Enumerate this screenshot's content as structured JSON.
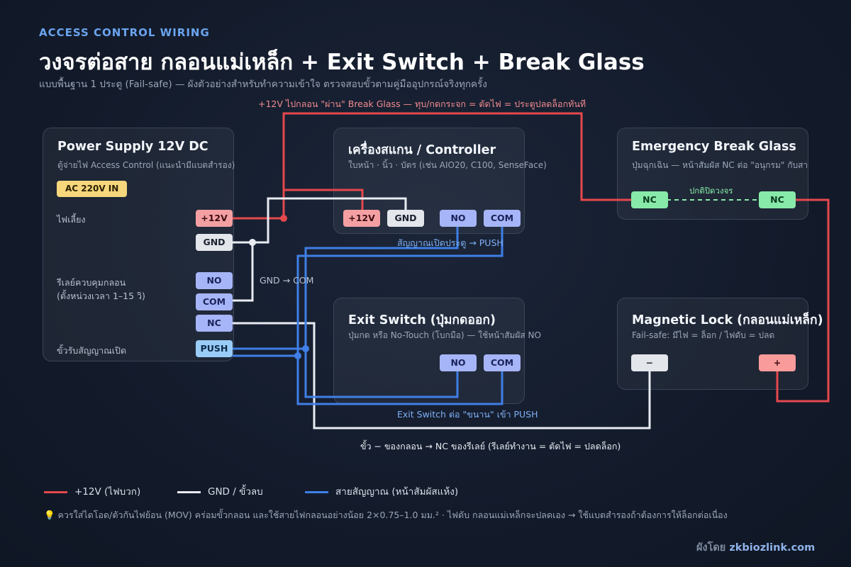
{
  "header": {
    "kicker": "ACCESS CONTROL WIRING",
    "title": "วงจรต่อสาย กลอนแม่เหล็ก + Exit Switch + Break Glass",
    "subtitle": "แบบพื้นฐาน 1 ประตู (Fail-safe) — ผังตัวอย่างสำหรับทำความเข้าใจ ตรวจสอบขั้วตามคู่มืออุปกรณ์จริงทุกครั้ง"
  },
  "psu": {
    "title": "Power Supply 12V DC",
    "sub": "ตู้จ่ายไฟ Access Control (แนะนำมีแบตสำรอง)",
    "ac_badge": "AC 220V IN",
    "label_power": "ไฟเลี้ยง",
    "label_relay_1": "รีเลย์ควบคุมกลอน",
    "label_relay_2": "(ตั้งหน่วงเวลา 1–15 วิ)",
    "label_push": "ขั้วรับสัญญาณเปิด",
    "t_12v": "+12V",
    "t_gnd": "GND",
    "t_no": "NO",
    "t_com": "COM",
    "t_nc": "NC",
    "t_push": "PUSH"
  },
  "controller": {
    "title": "เครื่องสแกน / Controller",
    "sub": "ใบหน้า · นิ้ว · บัตร (เช่น AIO20, C100, SenseFace)",
    "t_12v": "+12V",
    "t_gnd": "GND",
    "t_no": "NO",
    "t_com": "COM"
  },
  "breakglass": {
    "title": "Emergency Break Glass",
    "sub": "ปุ่มฉุกเฉิน — หน้าสัมผัส NC ต่อ \"อนุกรม\" กับสายกลอน",
    "t_nc1": "NC",
    "t_nc2": "NC",
    "normally_closed": "ปกติปิดวงจร"
  },
  "exit": {
    "title": "Exit Switch (ปุ่มกดออก)",
    "sub": "ปุ่มกด หรือ No-Touch (โบกมือ) — ใช้หน้าสัมผัส NO",
    "t_no": "NO",
    "t_com": "COM"
  },
  "maglock": {
    "title": "Magnetic Lock (กลอนแม่เหล็ก)",
    "sub": "Fail-safe: มีไฟ = ล็อก / ไฟดับ = ปลด",
    "t_minus": "−",
    "t_plus": "+"
  },
  "wire_labels": {
    "top_red": "+12V ไปกลอน \"ผ่าน\" Break Glass — ทุบ/กดกระจก = ตัดไฟ = ประตูปลดล็อกทันที",
    "open_signal": "สัญญาณเปิดประตู → PUSH",
    "gnd_com": "GND → COM",
    "exit_parallel": "Exit Switch ต่อ \"ขนาน\" เข้า PUSH",
    "bottom_white": "ขั้ว − ของกลอน → NC ของรีเลย์ (รีเลย์ทำงาน = ตัดไฟ = ปลดล็อก)"
  },
  "legend": {
    "red": "+12V (ไฟบวก)",
    "white": "GND / ขั้วลบ",
    "blue": "สายสัญญาณ (หน้าสัมผัสแห้ง)"
  },
  "note": "💡 ควรใส่ไดโอด/ตัวกันไฟย้อน (MOV) คร่อมขั้วกลอน และใช้สายไฟกลอนอย่างน้อย 2×0.75–1.0 มม.² · ไฟดับ กลอนแม่เหล็กจะปลดเอง → ใช้แบตสำรองถ้าต้องการให้ล็อกต่อเนื่อง",
  "credit": {
    "prefix": "ผังโดย",
    "site": "zkbiozlink.com"
  },
  "colors": {
    "red": "#e5484d",
    "white": "#e8ecf2",
    "blue": "#3f7fe6",
    "bg": "#131b2b"
  }
}
